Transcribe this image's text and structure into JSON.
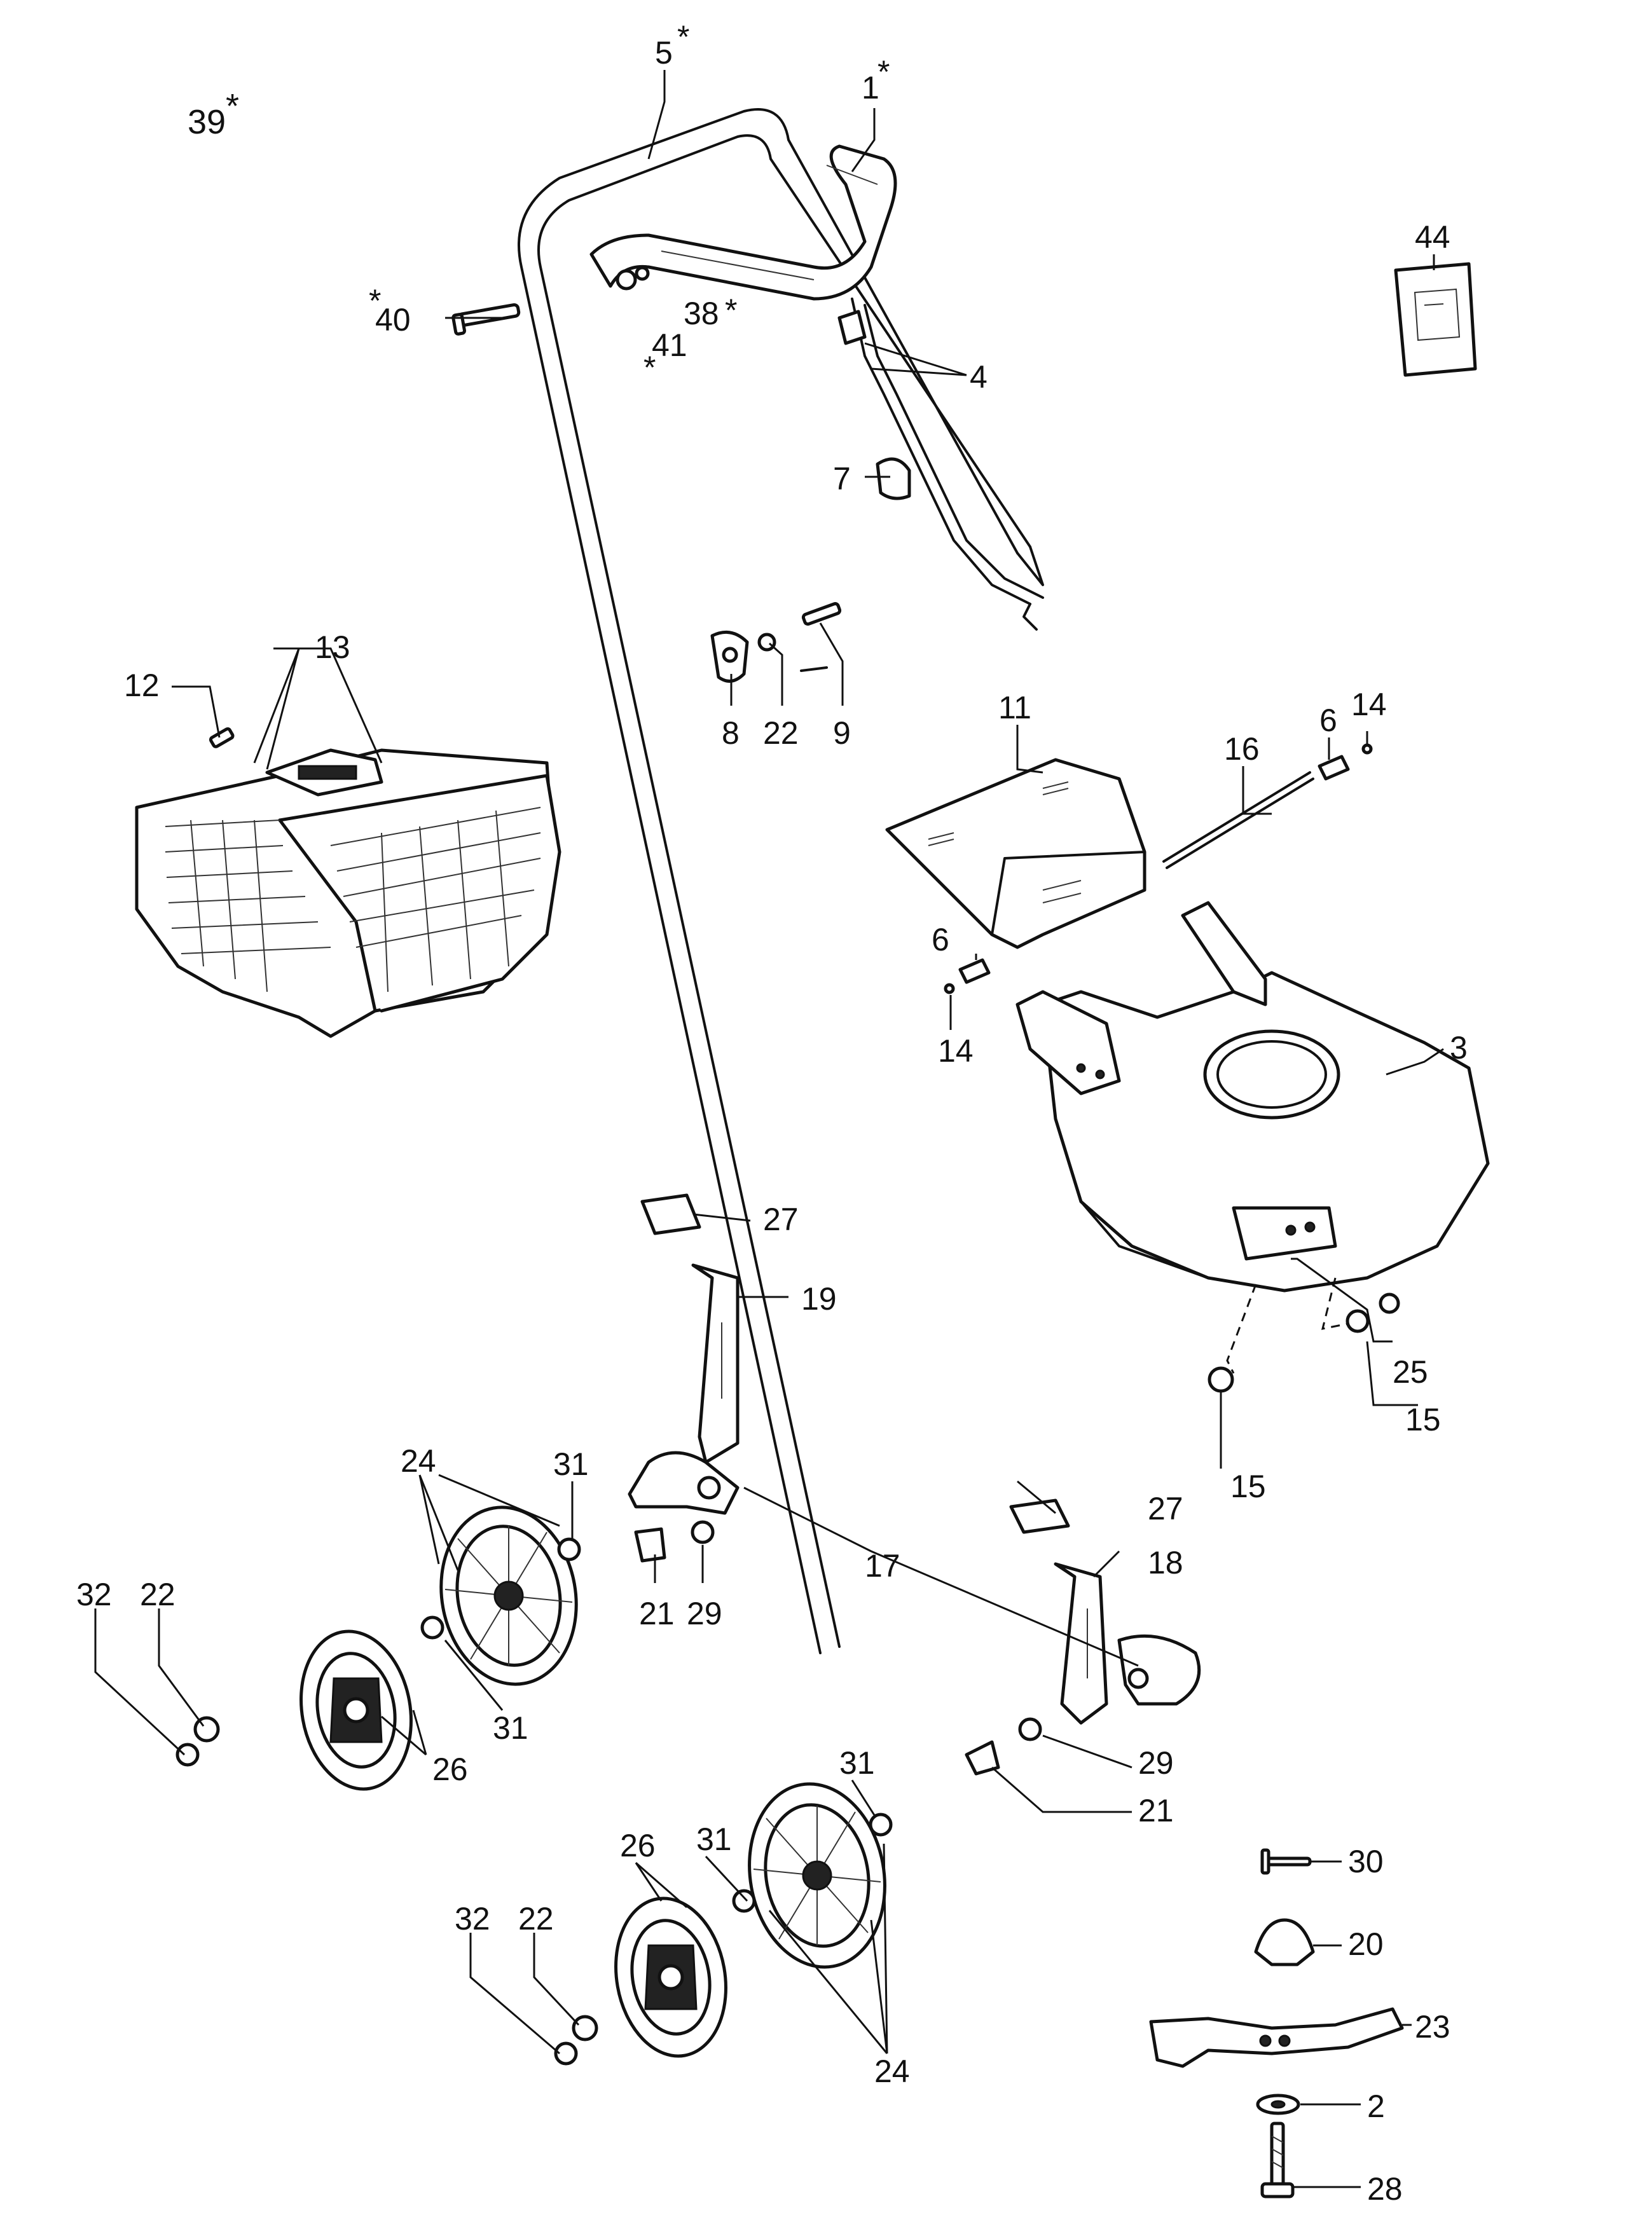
{
  "labels": {
    "p1": "1",
    "p2": "2",
    "p3": "3",
    "p4": "4",
    "p5": "5",
    "p6a": "6",
    "p6b": "6",
    "p7": "7",
    "p8": "8",
    "p9": "9",
    "p11": "11",
    "p12": "12",
    "p13": "13",
    "p14a": "14",
    "p14b": "14",
    "p15a": "15",
    "p15b": "15",
    "p16": "16",
    "p17": "17",
    "p18": "18",
    "p19": "19",
    "p20": "20",
    "p21a": "21",
    "p21b": "21",
    "p22a": "22",
    "p22b": "22",
    "p22c": "22",
    "p23": "23",
    "p24a": "24",
    "p24b": "24",
    "p25": "25",
    "p26a": "26",
    "p26b": "26",
    "p27a": "27",
    "p27b": "27",
    "p28": "28",
    "p29a": "29",
    "p29b": "29",
    "p30": "30",
    "p31a": "31",
    "p31b": "31",
    "p31c": "31",
    "p31d": "31",
    "p32a": "32",
    "p32b": "32",
    "p38": "38",
    "p39": "39",
    "p40": "40",
    "p41": "41",
    "p44": "44"
  },
  "marks": {
    "asterisk": "*"
  }
}
